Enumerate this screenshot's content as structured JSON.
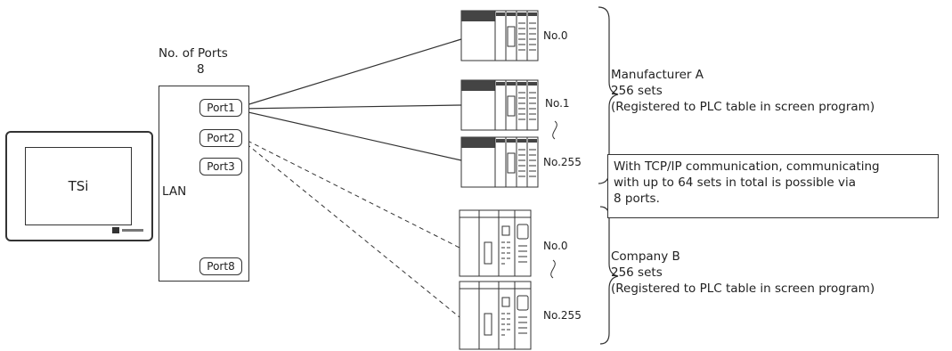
{
  "ports_header": {
    "title": "No. of Ports",
    "count": "8"
  },
  "tsi": {
    "label": "TSi"
  },
  "lan": {
    "label": "LAN"
  },
  "ports": [
    "Port1",
    "Port2",
    "Port3",
    "Port8"
  ],
  "manufacturer_a": {
    "plc_labels": [
      "No.0",
      "No.1",
      "No.255"
    ],
    "name": "Manufacturer A",
    "sets": "256 sets",
    "note": "(Registered to PLC table in screen program)"
  },
  "company_b": {
    "plc_labels": [
      "No.0",
      "No.255"
    ],
    "name": "Company B",
    "sets": "256 sets",
    "note": "(Registered to PLC table in screen program)"
  },
  "callout": {
    "lines": [
      "With TCP/IP communication, communicating",
      "with up to 64 sets in total is possible via",
      "8 ports."
    ]
  }
}
